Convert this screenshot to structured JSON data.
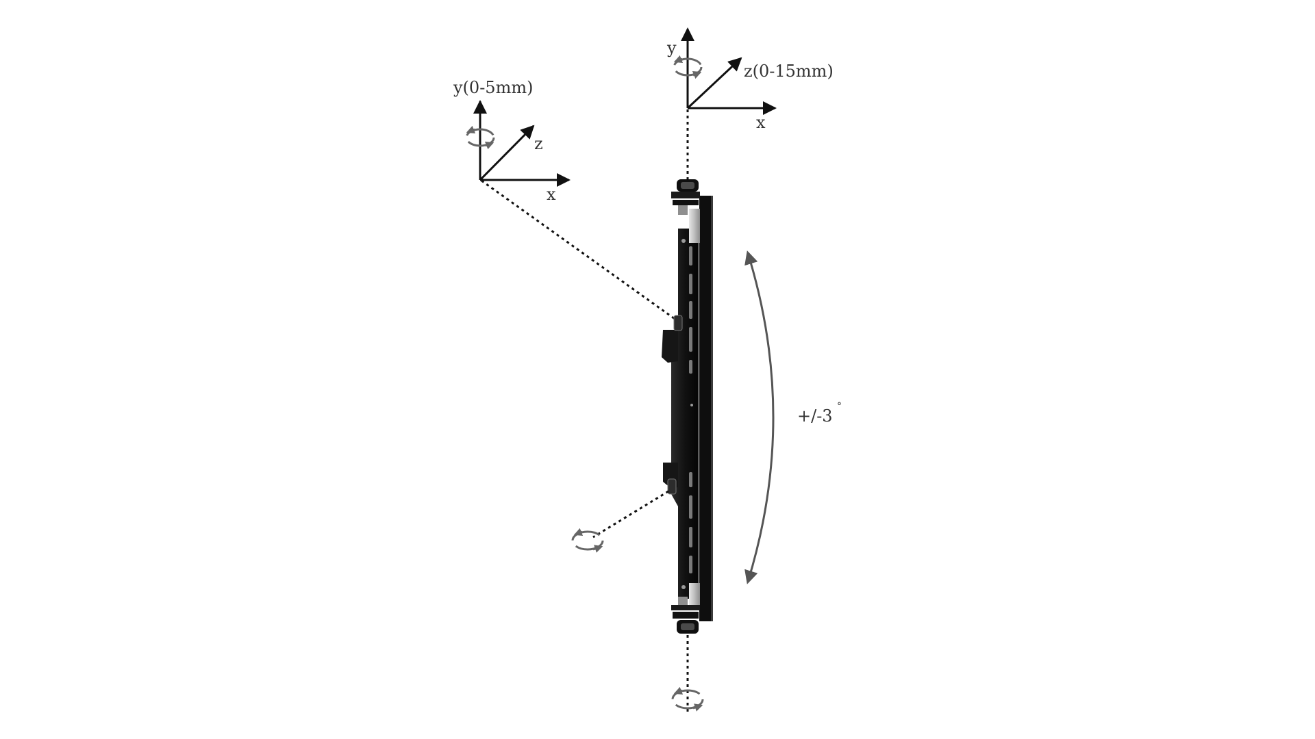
{
  "diagram": {
    "top_axes": {
      "y_label": "y",
      "z_label": "z(0-15mm)",
      "x_label": "x"
    },
    "left_axes": {
      "y_label": "y(0-5mm)",
      "z_label": "z",
      "x_label": "x"
    },
    "tilt": {
      "label": "+/-3",
      "unit_symbol": "°"
    }
  },
  "colors": {
    "background": "#ffffff",
    "bracket": "#1a1a1a",
    "bracket_highlight": "#3a3a3a",
    "axis": "#111111",
    "rotation_arrow": "#666666",
    "tilt_arc": "#555555",
    "plate_silver": "#c9c9c9"
  },
  "icons": {
    "rotation": "rotation-arrow-icon",
    "tilt": "double-headed-arc-arrow-icon"
  }
}
